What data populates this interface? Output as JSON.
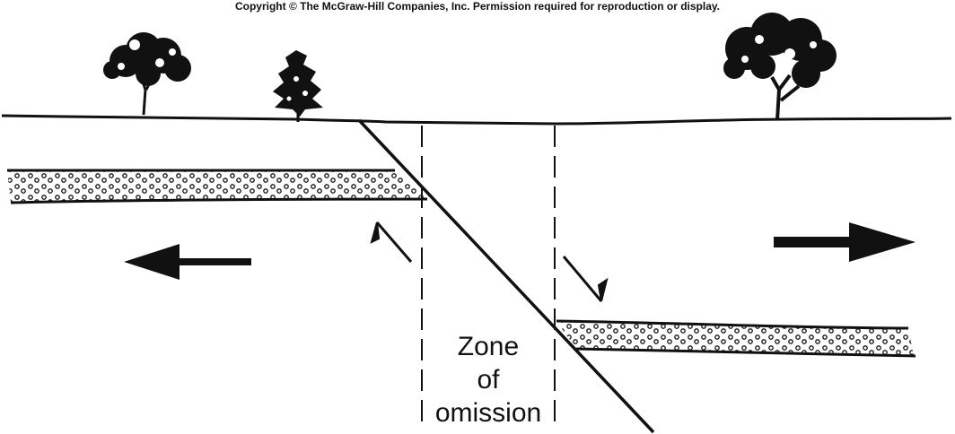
{
  "copyright": "Copyright © The McGraw-Hill Companies, Inc. Permission required for reproduction or display.",
  "zone_label": [
    "Zone",
    "of",
    "omission"
  ],
  "icons": {
    "trees": [
      "tree-icon",
      "tree-icon",
      "tree-icon"
    ],
    "arrows": [
      "left-extension-arrow-icon",
      "right-extension-arrow-icon"
    ],
    "slip": [
      "slip-up-half-arrow-icon",
      "slip-down-half-arrow-icon"
    ]
  },
  "colors": {
    "ink": "#111111",
    "paper": "#ffffff"
  }
}
